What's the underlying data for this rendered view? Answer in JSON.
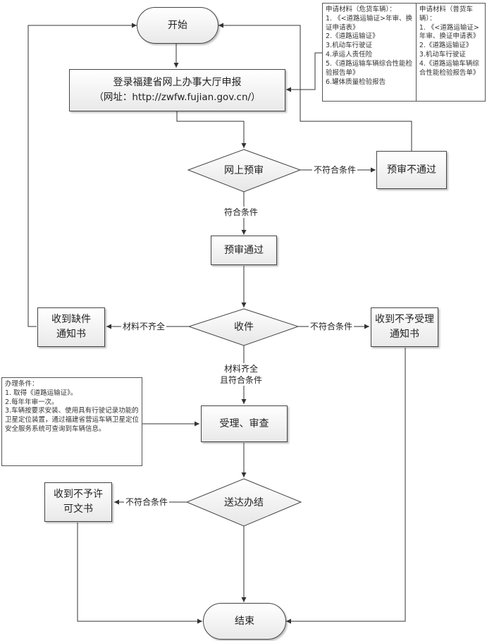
{
  "nodes": {
    "start": "开始",
    "login_line1": "登录福建省网上办事大厅申报",
    "login_line2": "（网址：http://zwfw.fujian.gov.cn/）",
    "prereview": "网上预审",
    "prereview_fail": "预审不通过",
    "prereview_pass": "预审通过",
    "receive": "收件",
    "missing_notice": "收到缺件通知书",
    "reject_notice": "收到不予受理通知书",
    "accept_review": "受理、审查",
    "deliver": "送达办结",
    "not_permit_notice": "收到不予许可文书",
    "end": "结束"
  },
  "edges": {
    "not_meet_1": "不符合条件",
    "meet": "符合条件",
    "materials_incomplete": "材料不齐全",
    "not_meet_2": "不符合条件",
    "complete_line1": "材料齐全",
    "complete_line2": "且符合条件",
    "not_meet_3": "不符合条件"
  },
  "notes": {
    "hazmat": {
      "title": "申请材料（危货车辆）：",
      "items": [
        "1. 《<道路运输证>年审、换证申请表》",
        "2.《道路运输证》",
        "3.机动车行驶证",
        "4.承运人责任险",
        "5.《道路运输车辆综合性能检验报告单》",
        "6.罐体质量检验报告"
      ]
    },
    "general": {
      "title": "申请材料（普货车辆）：",
      "items": [
        "1. 《<道路运输证>年审、换证申请表》",
        "2.《道路运输证》",
        "3.机动车行驶证",
        "4.《道路运输车辆综合性能检验报告单》"
      ]
    },
    "conditions": {
      "title": "办理条件：",
      "items": [
        "1. 取得《道路运输证》。",
        "2.每年年审一次。",
        "3.车辆按要求安装、使用具有行驶记录功能的卫星定位装置，通过福建省营运车辆卫星定位安全服务系统可查询到车辆信息。"
      ]
    }
  }
}
